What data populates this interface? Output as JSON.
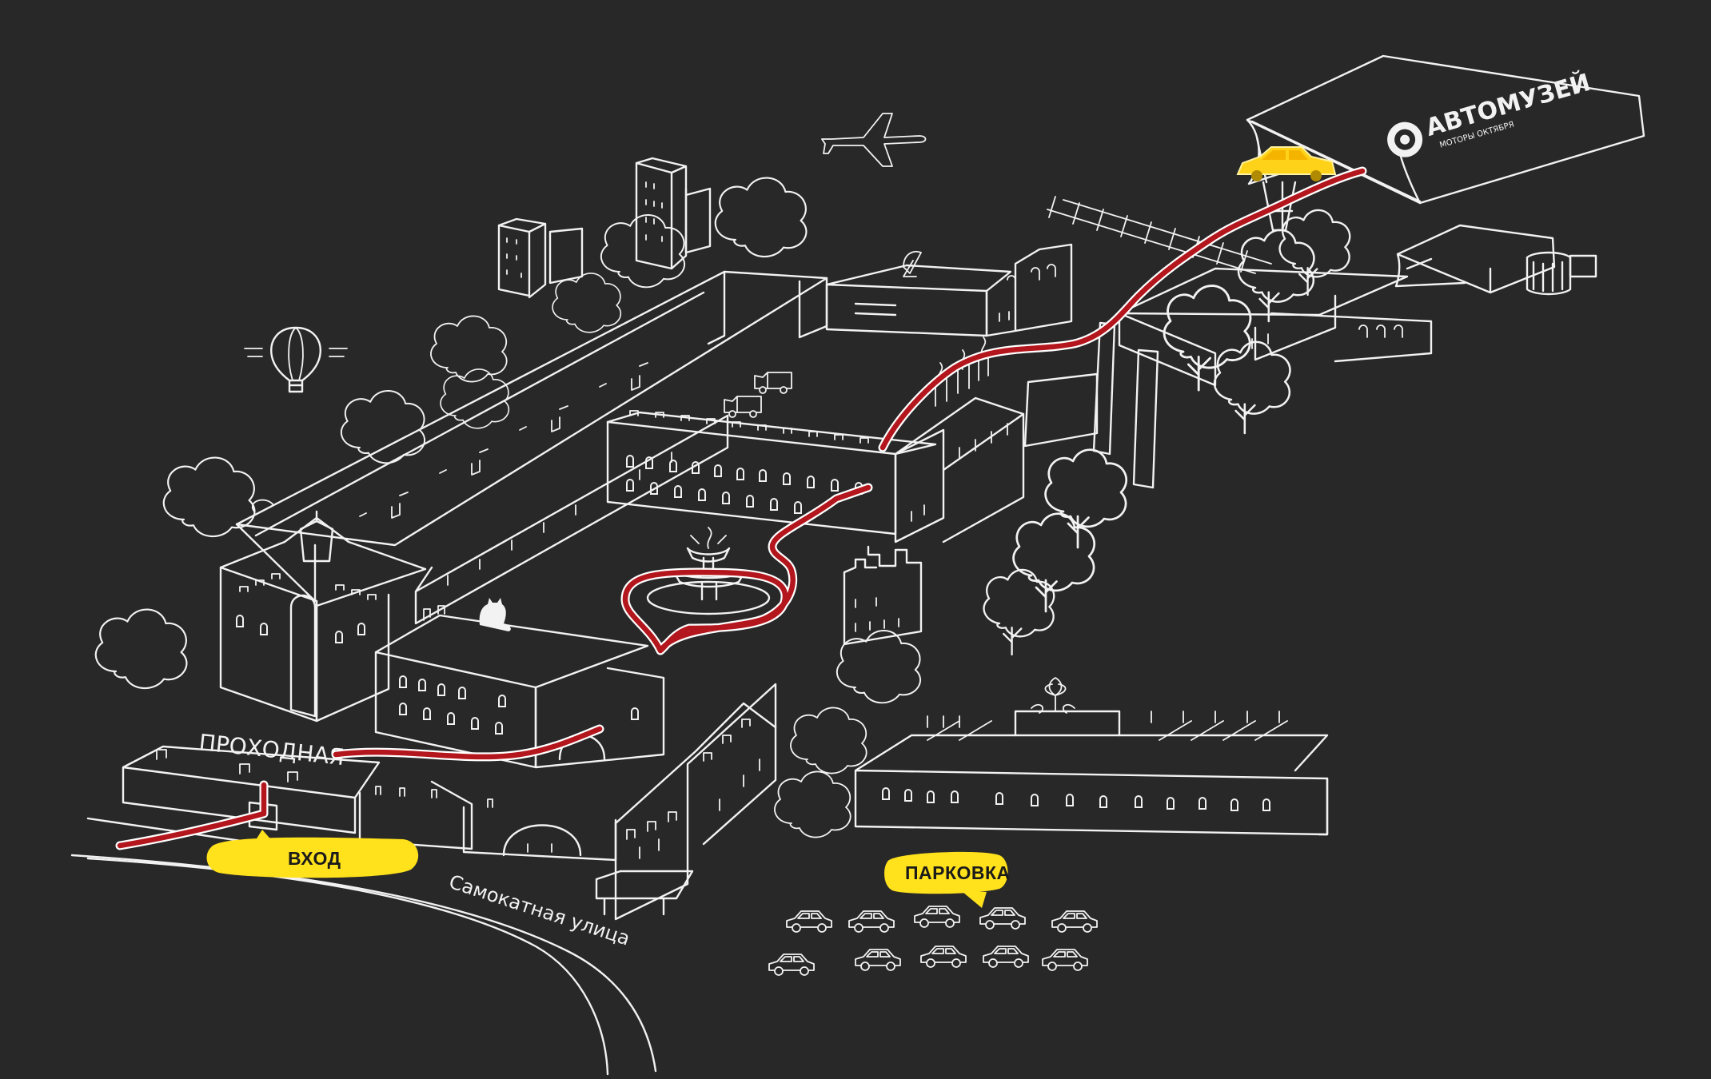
{
  "map": {
    "labels": {
      "entrance": "ВХОД",
      "parking": "ПАРКОВКА",
      "checkpoint": "ПРОХОДНАЯ",
      "street": "Самокатная улица"
    },
    "museum_logo": {
      "name": "АВТОМУЗЕЙ",
      "tagline": "МОТОРЫ ОКТЯБРЯ"
    },
    "colors": {
      "background": "#282828",
      "line": "#f2f2f2",
      "route": "#b3161c",
      "highlight": "#ffe11c"
    },
    "icons": [
      "airplane-icon",
      "hot-air-balloon-icon",
      "car-icon",
      "fountain-icon",
      "cat-icon",
      "satellite-dish-icon",
      "truck-icon"
    ]
  }
}
